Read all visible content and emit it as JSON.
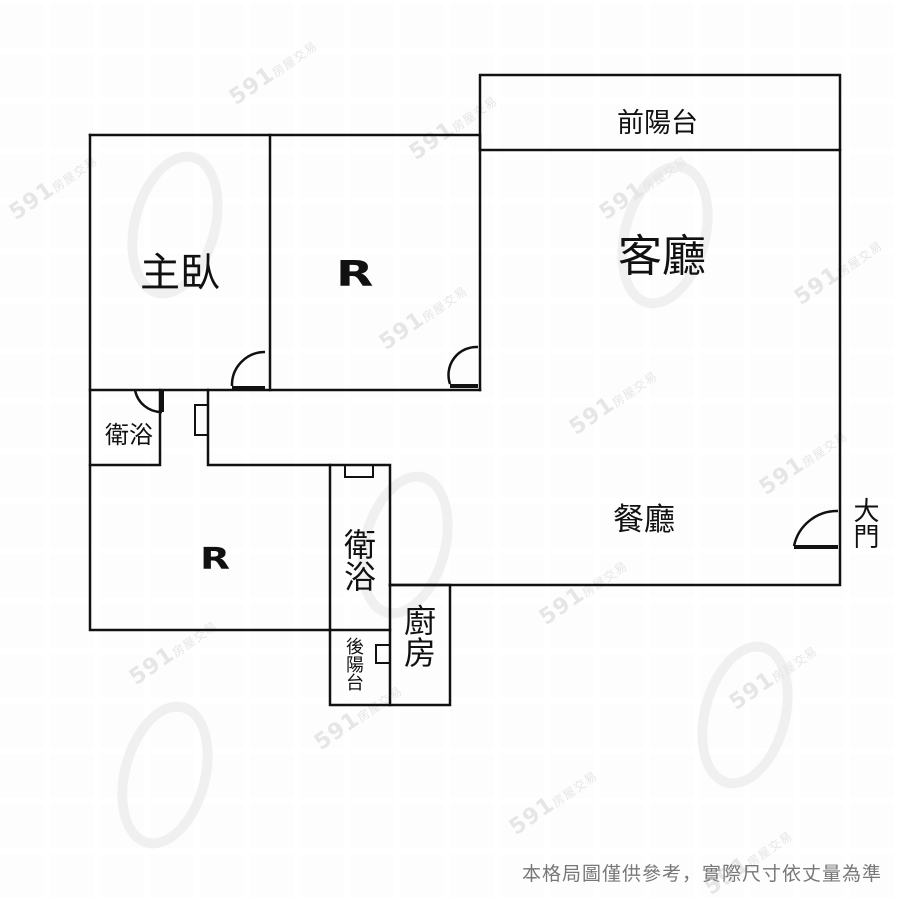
{
  "floorplan": {
    "rooms": {
      "front_balcony": "前陽台",
      "living_room": "客廳",
      "master_bedroom": "主臥",
      "bedroom_top": "R",
      "bedroom_bottom": "R",
      "bathroom_small": "衛浴",
      "bathroom_main": "衛浴",
      "dining_room": "餐廳",
      "kitchen": "廚房",
      "back_balcony": "後陽台",
      "main_door": "大門"
    },
    "watermark_text": "591",
    "watermark_subtext": "房屋交易"
  },
  "footer": {
    "disclaimer": "本格局圖僅供參考，實際尺寸依丈量為準"
  },
  "colors": {
    "wall": "#111111",
    "background": "#fafafa",
    "disclaimer_text": "#777777"
  }
}
